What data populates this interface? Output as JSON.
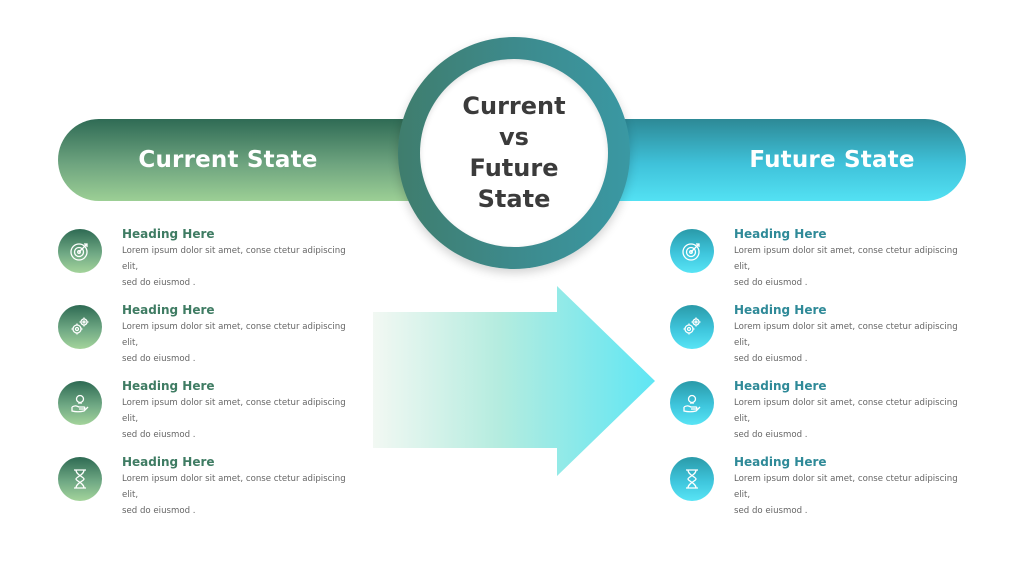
{
  "center": {
    "lines": [
      "Current",
      "vs",
      "Future",
      "State"
    ]
  },
  "left": {
    "title": "Current State",
    "items": [
      {
        "icon": "target-icon",
        "heading": "Heading Here",
        "line1": "Lorem ipsum dolor sit amet, conse ctetur adipiscing elit,",
        "line2": "sed do eiusmod ."
      },
      {
        "icon": "gears-icon",
        "heading": "Heading Here",
        "line1": "Lorem ipsum dolor sit amet, conse ctetur adipiscing elit,",
        "line2": "sed do eiusmod ."
      },
      {
        "icon": "hand-idea-icon",
        "heading": "Heading Here",
        "line1": "Lorem ipsum dolor sit amet, conse ctetur adipiscing elit,",
        "line2": "sed do eiusmod ."
      },
      {
        "icon": "hourglass-icon",
        "heading": "Heading Here",
        "line1": "Lorem ipsum dolor sit amet, conse ctetur adipiscing elit,",
        "line2": "sed do eiusmod ."
      }
    ]
  },
  "right": {
    "title": "Future State",
    "items": [
      {
        "icon": "target-icon",
        "heading": "Heading Here",
        "line1": "Lorem ipsum dolor sit amet, conse ctetur adipiscing elit,",
        "line2": "sed do eiusmod ."
      },
      {
        "icon": "gears-icon",
        "heading": "Heading Here",
        "line1": "Lorem ipsum dolor sit amet, conse ctetur adipiscing elit,",
        "line2": "sed do eiusmod ."
      },
      {
        "icon": "hand-idea-icon",
        "heading": "Heading Here",
        "line1": "Lorem ipsum dolor sit amet, conse ctetur adipiscing elit,",
        "line2": "sed do eiusmod ."
      },
      {
        "icon": "hourglass-icon",
        "heading": "Heading Here",
        "line1": "Lorem ipsum dolor sit amet, conse ctetur adipiscing elit,",
        "line2": "sed do eiusmod ."
      }
    ]
  },
  "colors": {
    "green_dark": "#2f6b55",
    "green_light": "#9ccf95",
    "cyan_dark": "#2d8996",
    "cyan_light": "#53e1f3",
    "ring": "#3d8a8c",
    "text_dark": "#3b3b3b"
  }
}
